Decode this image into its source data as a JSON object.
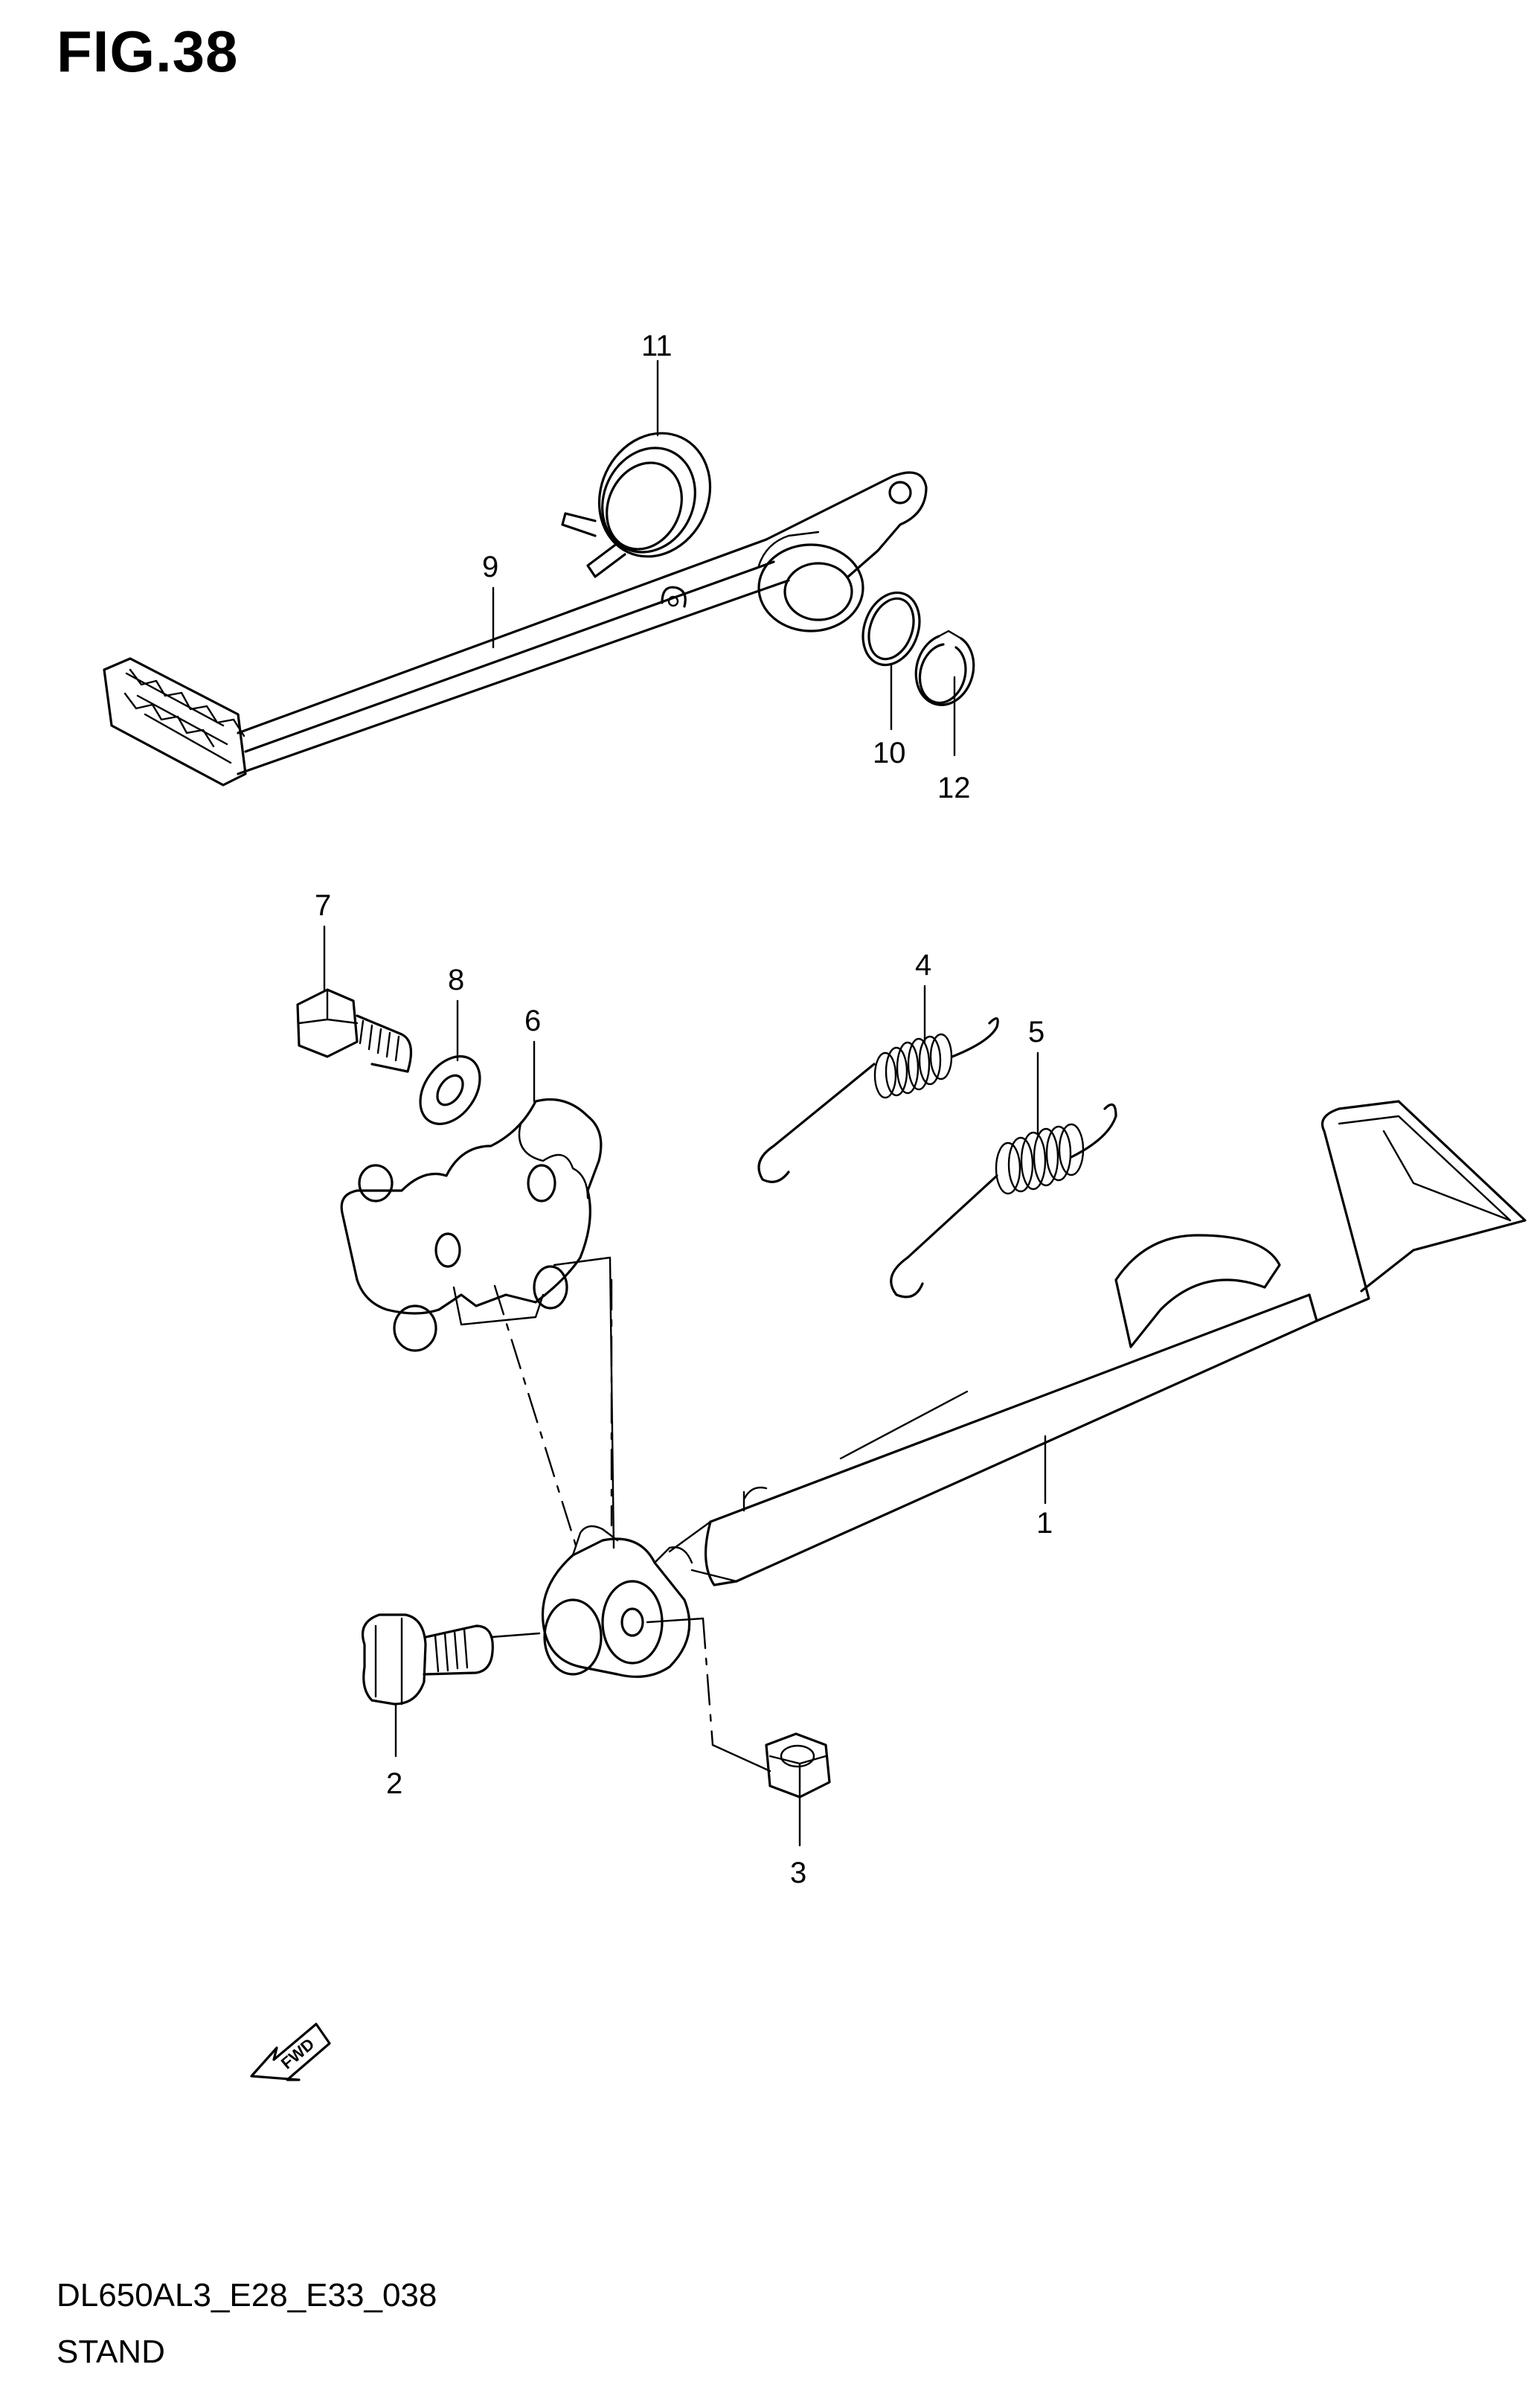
{
  "figure": {
    "title": "FIG.38",
    "model_code": "DL650AL3_E28_E33_038",
    "section": "STAND"
  },
  "direction_marker": {
    "label": "FWD",
    "icon": "forward-arrow-icon"
  },
  "callouts": [
    {
      "number": "1",
      "part": "side-stand"
    },
    {
      "number": "2",
      "part": "stand-bolt"
    },
    {
      "number": "3",
      "part": "stand-nut"
    },
    {
      "number": "4",
      "part": "stand-spring-inner"
    },
    {
      "number": "5",
      "part": "stand-spring-outer"
    },
    {
      "number": "6",
      "part": "stand-bracket"
    },
    {
      "number": "7",
      "part": "bracket-bolt"
    },
    {
      "number": "8",
      "part": "bracket-washer"
    },
    {
      "number": "9",
      "part": "brake-pedal"
    },
    {
      "number": "10",
      "part": "pedal-washer"
    },
    {
      "number": "11",
      "part": "pedal-return-spring"
    },
    {
      "number": "12",
      "part": "pedal-circlip"
    }
  ]
}
